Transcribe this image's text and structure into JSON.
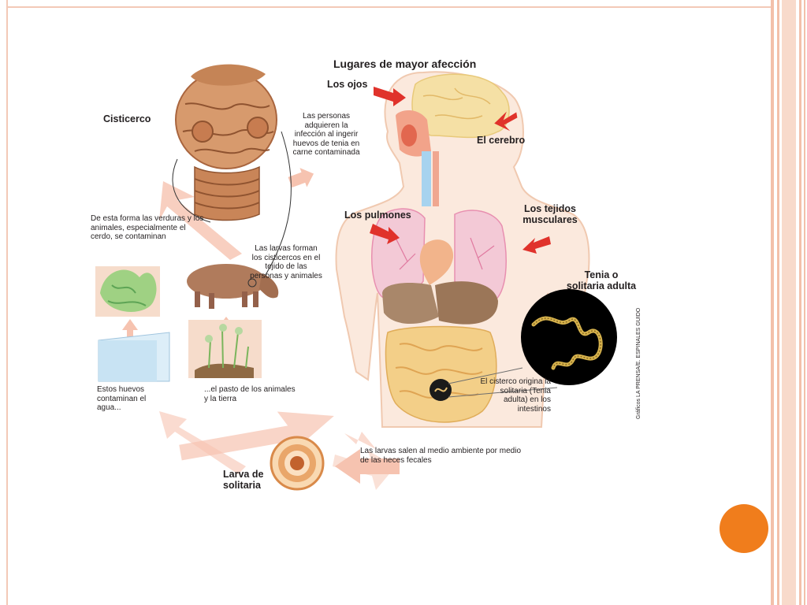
{
  "slide": {
    "accent_color": "#f07d1c",
    "border_color": "#f3c0aa"
  },
  "figure": {
    "title": "Lugares de mayor afección",
    "labels": {
      "ojos": "Los ojos",
      "cerebro": "El cerebro",
      "pulmones": "Los pulmones",
      "tejidos": "Los tejidos musculares",
      "tenia": "Tenia o solitaria adulta",
      "cisticerco": "Cisticerco",
      "personas": "Las personas adquieren la infección al ingerir huevos de tenia en carne contaminada",
      "verduras": "De esta forma las verduras y los animales, especialmente el cerdo, se contaminan",
      "larvas_forman": "Las larvas forman los cisticercos en el tejido de las personas y animales",
      "huevos_agua": "Estos huevos contaminan el agua...",
      "pasto": "...el pasto de los animales y la tierra",
      "cisterco": "El cisterco origina la solitaria (Tenia adulta) en los intestinos",
      "larvas_salen": "Las larvas salen al medio ambiente por medio de las heces fecales",
      "larva": "Larva de solitaria",
      "credit": "Gráficos LA PRENSA/E. ESPINALES GUIDO"
    }
  }
}
